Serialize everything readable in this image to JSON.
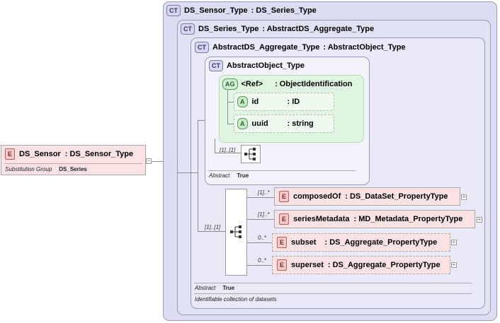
{
  "root_element": {
    "badge": "E",
    "name": "DS_Sensor",
    "type": ": DS_Sensor_Type",
    "substitution_label": "Substitution Group",
    "substitution_value": "DS_Series"
  },
  "complex_types": [
    {
      "badge": "CT",
      "name": "DS_Sensor_Type",
      "base": ": DS_Series_Type"
    },
    {
      "badge": "CT",
      "name": "DS_Series_Type",
      "base": ": AbstractDS_Aggregate_Type"
    },
    {
      "badge": "CT",
      "name": "AbstractDS_Aggregate_Type",
      "base": ": AbstractObject_Type"
    },
    {
      "badge": "CT",
      "name": "AbstractObject_Type",
      "base": ""
    }
  ],
  "attribute_group": {
    "badge": "AG",
    "name": "<Ref>",
    "type": ": ObjectIdentification",
    "attributes": [
      {
        "badge": "A",
        "name": "id",
        "type": ": ID"
      },
      {
        "badge": "A",
        "name": "uuid",
        "type": ": string"
      }
    ]
  },
  "abstract_object": {
    "seq_occurrence": "[1]..[1]",
    "abstract_label": "Abstract",
    "abstract_value": "True"
  },
  "aggregate": {
    "seq_occurrence": "[1]..[1]",
    "abstract_label": "Abstract",
    "abstract_value": "True",
    "documentation": "Identifiable collection of datasets",
    "children": [
      {
        "badge": "E",
        "name": "composedOf",
        "type": ": DS_DataSet_PropertyType",
        "occurrence": "[1]..*",
        "optional": false
      },
      {
        "badge": "E",
        "name": "seriesMetadata",
        "type": ": MD_Metadata_PropertyType",
        "occurrence": "[1]..*",
        "optional": false
      },
      {
        "badge": "E",
        "name": "subset",
        "type": ": DS_Aggregate_PropertyType",
        "occurrence": "0..*",
        "optional": true
      },
      {
        "badge": "E",
        "name": "superset",
        "type": ": DS_Aggregate_PropertyType",
        "occurrence": "0..*",
        "optional": true
      }
    ]
  },
  "expand_symbol": "+",
  "collapse_symbol": "−"
}
